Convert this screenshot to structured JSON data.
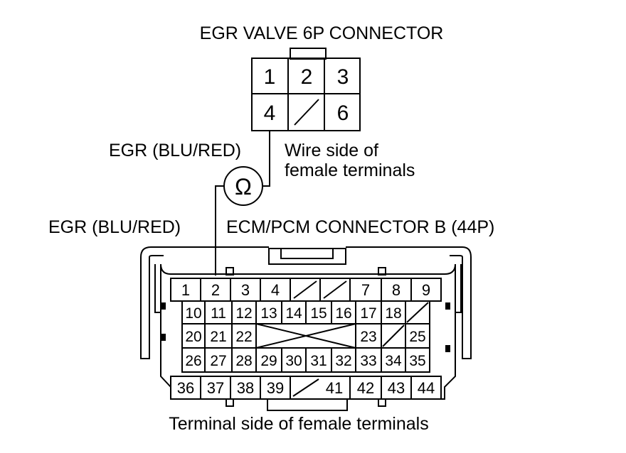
{
  "egr_connector": {
    "title": "EGR VALVE 6P CONNECTOR",
    "caption_line1": "Wire side of",
    "caption_line2": "female terminals",
    "pins": [
      "1",
      "2",
      "3",
      "4",
      "6"
    ]
  },
  "wire_labels": {
    "upper": "EGR (BLU/RED)",
    "lower": "EGR (BLU/RED)"
  },
  "meter": {
    "symbol": "Ω"
  },
  "ecm_connector": {
    "title": "ECM/PCM CONNECTOR B (44P)",
    "caption": "Terminal side of female terminals",
    "row1": [
      "1",
      "2",
      "3",
      "4",
      "7",
      "8",
      "9"
    ],
    "row2": [
      "10",
      "11",
      "12",
      "13",
      "14",
      "15",
      "16",
      "17",
      "18"
    ],
    "row3": [
      "20",
      "21",
      "22",
      "23",
      "25"
    ],
    "row4": [
      "26",
      "27",
      "28",
      "29",
      "30",
      "31",
      "32",
      "33",
      "34",
      "35"
    ],
    "row5": [
      "36",
      "37",
      "38",
      "39",
      "41",
      "42",
      "43",
      "44"
    ]
  },
  "colors": {
    "line": "#000000",
    "background": "#ffffff"
  }
}
